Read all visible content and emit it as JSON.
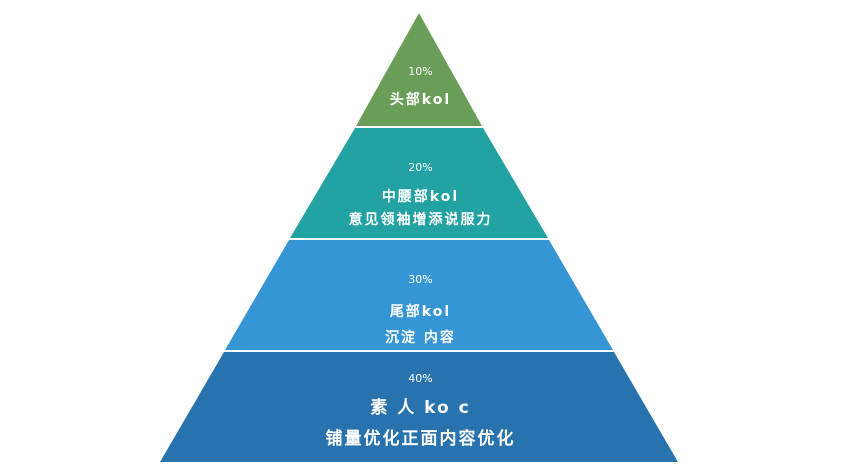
{
  "tiers": [
    {
      "percent": "10%",
      "title": "头部kol",
      "subtitle": "",
      "color": "#6a9e58"
    },
    {
      "percent": "20%",
      "title": "中腰部kol",
      "subtitle": "意见领袖增添说服力",
      "color": "#23a2a4"
    },
    {
      "percent": "30%",
      "title": "尾部kol",
      "subtitle": "沉淀 内容",
      "color": "#3696d5"
    },
    {
      "percent": "40%",
      "title": "素 人 ko c",
      "subtitle": "铺量优化正面内容优化",
      "color": "#2873ad"
    }
  ]
}
